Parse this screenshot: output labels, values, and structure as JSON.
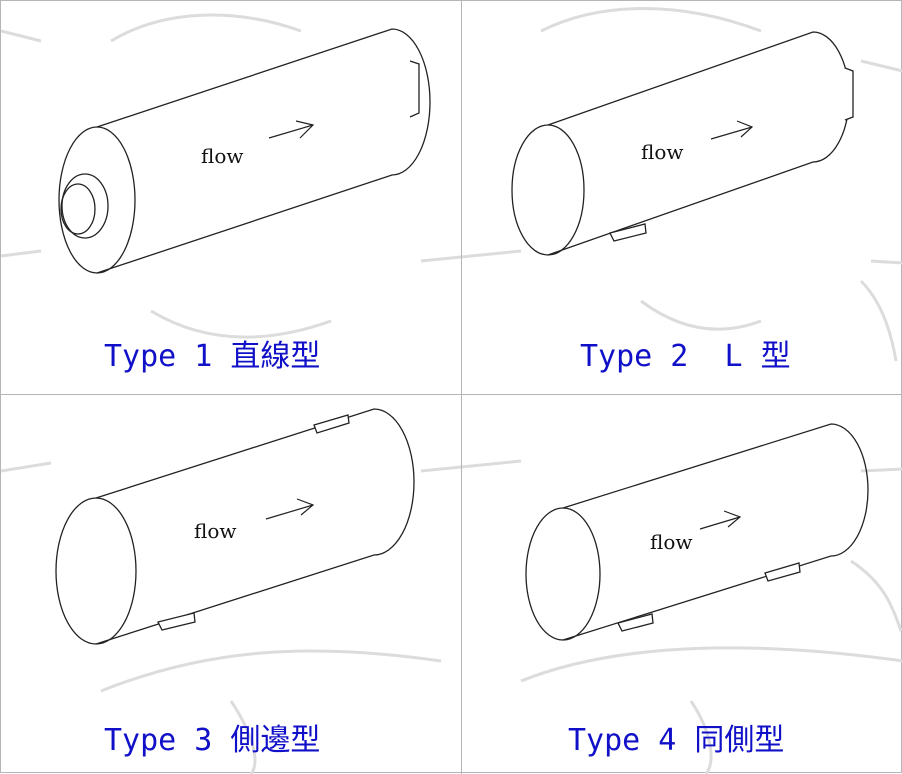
{
  "figure": {
    "panels": [
      {
        "id": "type1",
        "flow_label": "flow",
        "caption": "Type 1 直線型"
      },
      {
        "id": "type2",
        "flow_label": "flow",
        "caption": "Type 2  L 型"
      },
      {
        "id": "type3",
        "flow_label": "flow",
        "caption": "Type 3 側邊型"
      },
      {
        "id": "type4",
        "flow_label": "flow",
        "caption": "Type 4 同側型"
      }
    ],
    "colors": {
      "caption": "#1010c8",
      "outline": "#222222",
      "grid": "#b5b5b5",
      "watermark": "#dcdcdc"
    }
  }
}
